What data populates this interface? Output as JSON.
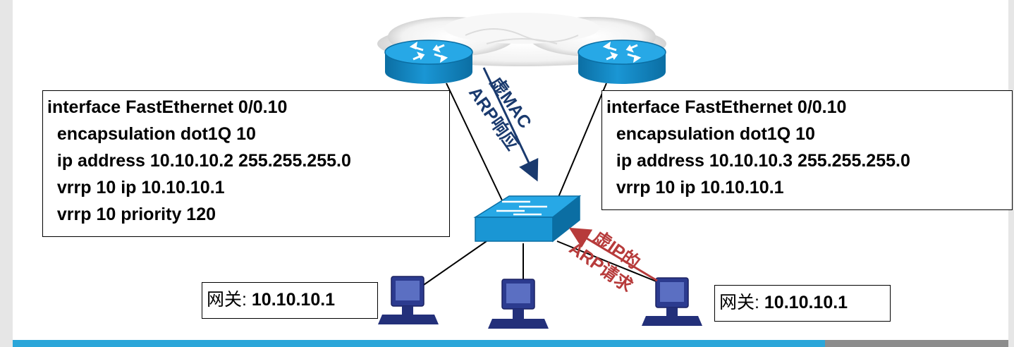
{
  "colors": {
    "device_blue": "#1a96d4",
    "device_dark": "#0b6ea3",
    "pc_navy": "#23307a",
    "mac_label": "#1a3a6e",
    "ip_label": "#b73b3b",
    "bottom_bar": "#2ba6d9"
  },
  "icons": {
    "router": "router-icon",
    "switch": "switch-icon",
    "pc": "pc-icon",
    "cloud": "cloud-icon"
  },
  "router_left_config": [
    "interface FastEthernet 0/0.10",
    "  encapsulation dot1Q 10",
    "  ip address 10.10.10.2 255.255.255.0",
    "  vrrp 10 ip 10.10.10.1",
    "  vrrp 10 priority 120"
  ],
  "router_right_config": [
    "interface FastEthernet 0/0.10",
    "  encapsulation dot1Q 10",
    "  ip address 10.10.10.3 255.255.255.0",
    "  vrrp 10 ip 10.10.10.1"
  ],
  "arp_reply": {
    "line1": "虚MAC",
    "line2": "ARP响应"
  },
  "arp_request": {
    "line1": "虚IP的",
    "line2": "ARP请求"
  },
  "gateway_left": {
    "label": "网关:",
    "value": "10.10.10.1"
  },
  "gateway_right": {
    "label": "网关:",
    "value": "10.10.10.1"
  }
}
